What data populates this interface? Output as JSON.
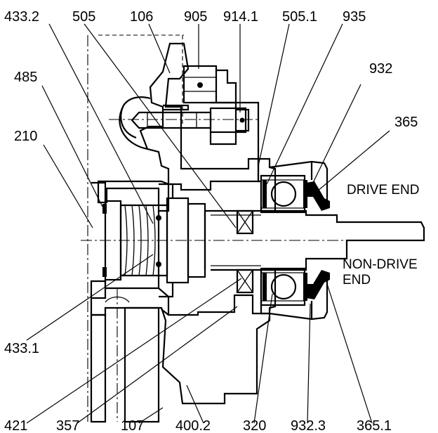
{
  "diagram": {
    "labels_top": [
      "433.2",
      "505",
      "106",
      "905",
      "914.1",
      "505.1",
      "935"
    ],
    "labels_left": [
      "485",
      "210",
      "433.1"
    ],
    "labels_right": [
      "932",
      "365"
    ],
    "labels_bottom": [
      "421",
      "357",
      "107",
      "400.2",
      "320",
      "932.3",
      "365.1"
    ],
    "side_text": {
      "drive_end": "DRIVE END",
      "non_drive_end_line1": "NON-DRIVE",
      "non_drive_end_line2": "END"
    }
  }
}
